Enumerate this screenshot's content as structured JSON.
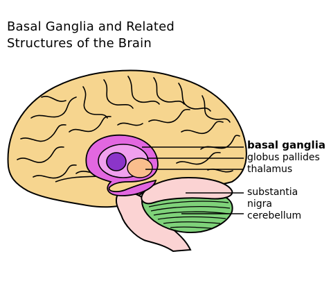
{
  "title": {
    "line1": "Basal Ganglia and Related",
    "line2": "Structures of the Brain"
  },
  "labels": {
    "basal_ganglia": "basal ganglia",
    "globus_pallides": "globus pallides",
    "thalamus": "thalamus",
    "substantia": "substantia",
    "nigra": "nigra",
    "cerebellum": "cerebellum"
  },
  "colors": {
    "cortex": "#f6d58f",
    "basal_ganglia": "#e267e0",
    "globus_pallides": "#8b35c9",
    "thalamus": "#f9be8d",
    "substantia_nigra": "#fbd3d3",
    "cerebellum": "#7fd27a",
    "outline": "#000000"
  }
}
